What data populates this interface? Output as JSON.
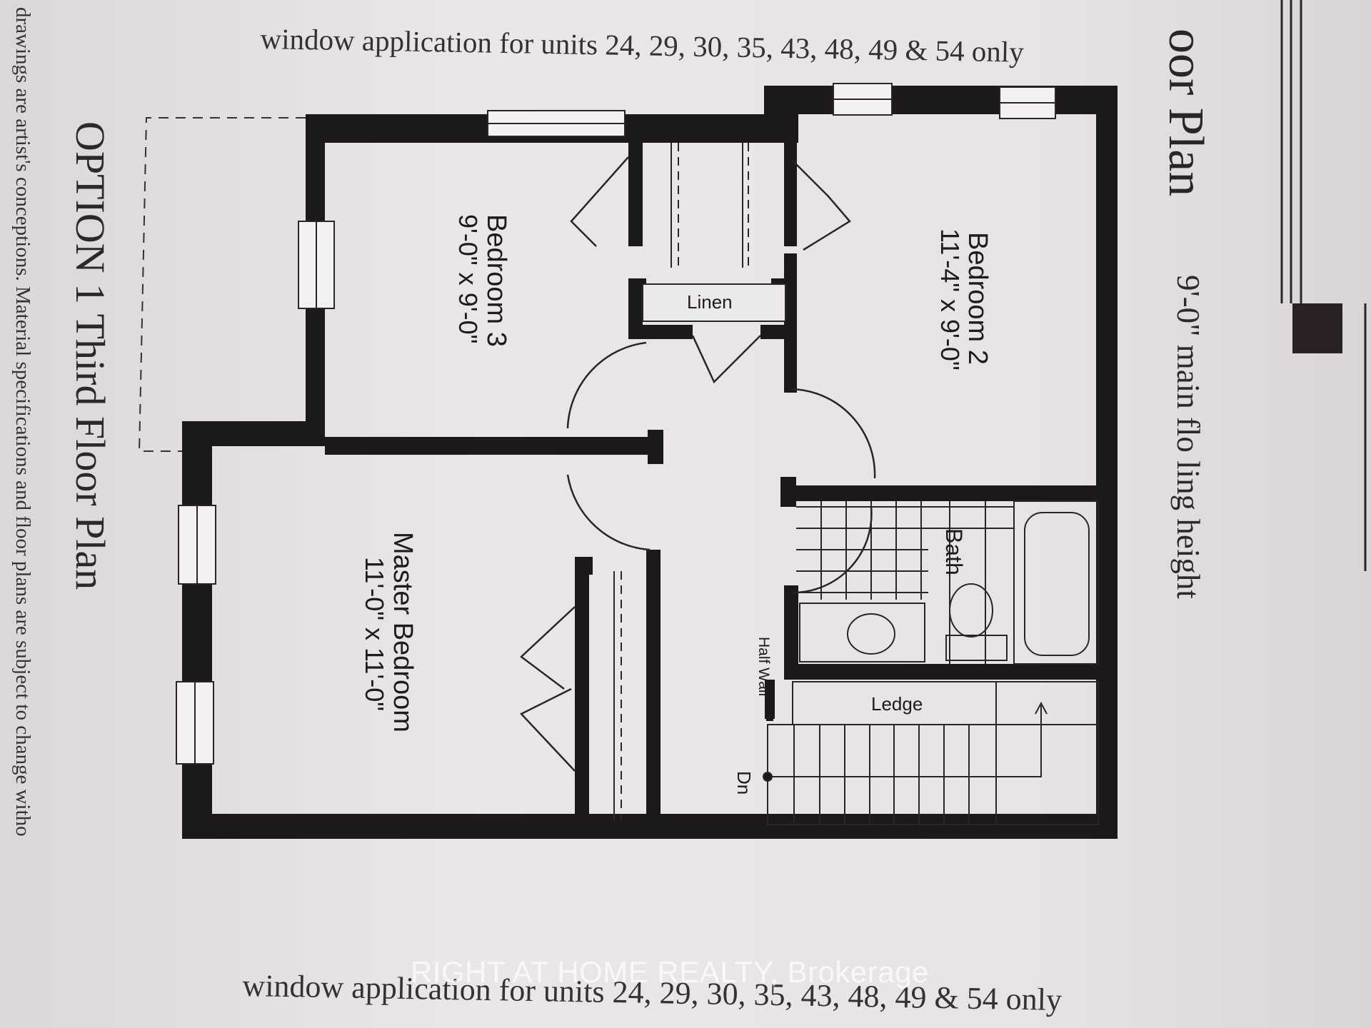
{
  "notes": {
    "top_window_note": "window application for units 24, 29, 30, 35, 43, 48, 49 & 54 only",
    "bottom_window_note": "window application for units 24, 29, 30, 35, 43, 48, 49 & 54 only"
  },
  "option_title": "OPTION 1 Third Floor Plan",
  "disclaimer": "drawings are artist's conceptions. Material specifications and floor plans are subject to change witho",
  "side_plan": {
    "title": "oor Plan",
    "subtitle": "9'-0\" main flo    ling height"
  },
  "rooms": {
    "bedroom3": {
      "name": "Bedroom 3",
      "size": "9'-0\" x 9'-0\""
    },
    "bedroom2": {
      "name": "Bedroom 2",
      "size": "11'-4\" x 9'-0\""
    },
    "master": {
      "name": "Master Bedroom",
      "size": "11'-0\" x 11'-0\""
    },
    "bath": "Bath",
    "linen": "Linen",
    "ledge": "Ledge",
    "half_wall": "Half Wall",
    "down": "Dn"
  },
  "watermark": "RIGHT AT HOME REALTY, Brokerage",
  "colors": {
    "wall": "#1c1919",
    "paper": "#e6e2e4",
    "ink": "#2a2626"
  }
}
